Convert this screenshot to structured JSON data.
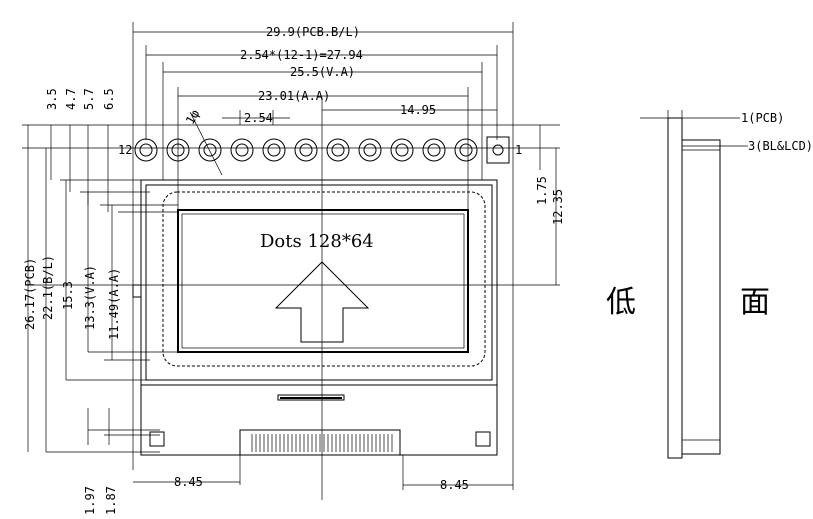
{
  "top_dims": {
    "pcb_width": "29.9(PCB.B/L)",
    "pin_span": "2.54*(12-1)=27.94",
    "va_width": "25.5(V.A)",
    "aa_width": "23.01(A.A)",
    "offset": "14.95",
    "pitch": "2.54",
    "hole": "1φ"
  },
  "pins": {
    "first": "1",
    "last": "12"
  },
  "left_dims": [
    "3.5",
    "4.7",
    "5.7",
    "6.5",
    "26.17(PCB)",
    "22.1(B/L)",
    "15.3",
    "13.3(V.A)",
    "11.49(A.A)"
  ],
  "right_dims": [
    "1.75",
    "12.35"
  ],
  "bottom_dims": [
    "8.45",
    "8.45",
    "1.97",
    "1.87"
  ],
  "display_text": "Dots 128*64",
  "side_view": {
    "pcb": "1(PCB)",
    "bl_lcd": "3(BL&LCD)",
    "label_bottom": "低",
    "label_side": "面"
  }
}
